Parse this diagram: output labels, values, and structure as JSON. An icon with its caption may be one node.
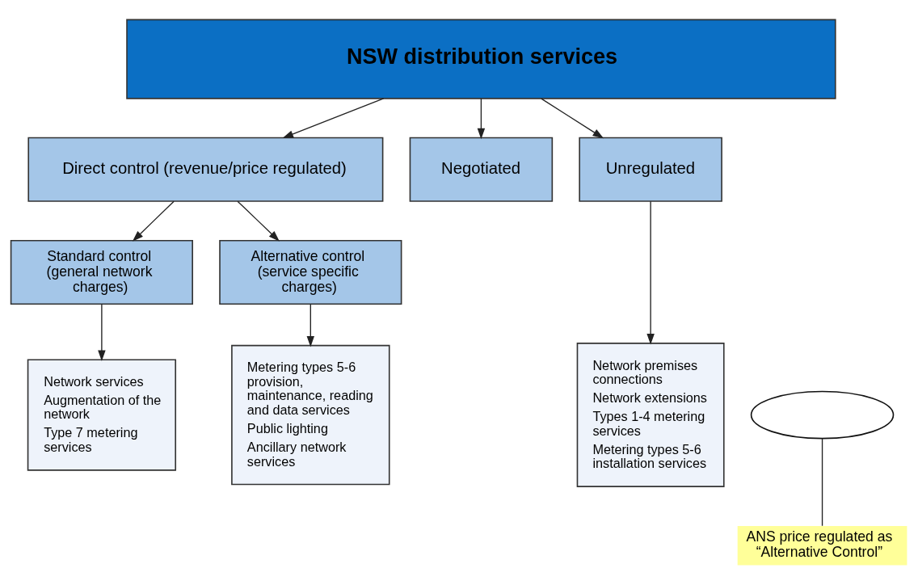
{
  "diagram": {
    "nodes": [
      {
        "text": [
          "NSW distribution services"
        ]
      },
      {
        "text": [
          "Direct control (revenue/price regulated)"
        ]
      },
      {
        "text": [
          "Negotiated"
        ]
      },
      {
        "text": [
          "Unregulated"
        ]
      },
      {
        "text": [
          "Standard control (general network charges)"
        ]
      },
      {
        "text": [
          "Alternative control (service specific charges)"
        ]
      },
      {
        "text": [
          "Network services",
          "Augmentation of the network",
          "Type 7 metering services"
        ]
      },
      {
        "text": [
          "Metering types 5-6 provision, maintenance, reading and data services",
          "Public lighting",
          "Ancillary network services"
        ]
      },
      {
        "text": [
          "Network premises connections",
          "Network extensions",
          "Types 1-4 metering services",
          "Metering types 5-6 installation services"
        ]
      },
      {
        "text": [],
        "shape": "ellipse"
      },
      {
        "text": [
          "ANS price regulated as “Alternative Control”"
        ]
      }
    ],
    "edges": [
      {
        "from": 0,
        "to": 1,
        "arrow": "to"
      },
      {
        "from": 0,
        "to": 2,
        "arrow": "to"
      },
      {
        "from": 0,
        "to": 3,
        "arrow": "to"
      },
      {
        "from": 1,
        "to": 4,
        "arrow": "to"
      },
      {
        "from": 1,
        "to": 5,
        "arrow": "to"
      },
      {
        "from": 4,
        "to": 6,
        "arrow": "to"
      },
      {
        "from": 5,
        "to": 7,
        "arrow": "to"
      },
      {
        "from": 3,
        "to": 8,
        "arrow": "to"
      },
      {
        "from": 10,
        "to": 9,
        "arrow": "none"
      }
    ]
  }
}
